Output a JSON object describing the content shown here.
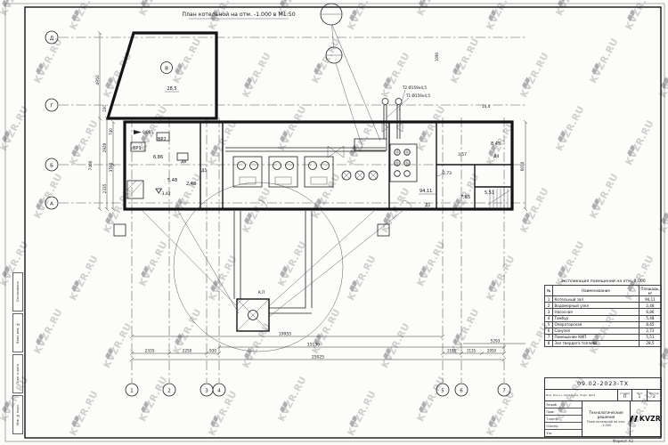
{
  "watermark": {
    "text": "KVZR.RU"
  },
  "sheet": {
    "plan_title": "План котельной на отм. -1.000 в М1:50",
    "format_note": "Формат А3"
  },
  "axes": {
    "bottom": [
      "1",
      "2",
      "3",
      "4",
      "5",
      "6",
      "7"
    ],
    "left": [
      "Д",
      "Г",
      "Б",
      "А"
    ],
    "room_tag": "В"
  },
  "labels": {
    "slope": "0,005",
    "vr1": "ВР1",
    "vr2": "ВР2",
    "area_686": "6,86",
    "d6": "Д6",
    "d5": "Д5",
    "area_248": "2,48",
    "area_548": "5,48",
    "level": "-3,42",
    "area_9411": "94,11",
    "area_785": "7,85",
    "area_551": "5,51",
    "area_845": "8,45",
    "d4": "Д4",
    "d1": "Д1",
    "area_357": "3,57",
    "area_273": "2,73",
    "area_144": "14,4",
    "area_285": "28,5",
    "pipe_t2": "Т2 Ø159х4,5",
    "pipe_t1": "Т1 Ø159х4,5",
    "kp": "К.П"
  },
  "dims": {
    "d19955": "19955",
    "d15130": "15130",
    "d25025": "25025",
    "d2335": "2335",
    "d2250": "2250",
    "d930": "930",
    "d1135a": "1135",
    "d1135b": "1135",
    "d2050": "2050",
    "d5293": "5293",
    "d4950": "4950",
    "d200": "200",
    "d740": "740",
    "d2920": "2920",
    "d2335l": "2335",
    "d3500": "3500",
    "d7400": "7400",
    "d6070": "6070",
    "d1090": "1090"
  },
  "rooms_table": {
    "title": "Экспликация помещений на отм. 0.000",
    "columns": [
      "№",
      "Наименование",
      "Площадь, м²"
    ],
    "rows": [
      [
        "1",
        "Котельный зал",
        "94,11"
      ],
      [
        "2",
        "Водомерный узел",
        "2,48"
      ],
      [
        "3",
        "Насосная",
        "6,86"
      ],
      [
        "4",
        "Тамбур",
        "5,48"
      ],
      [
        "5",
        "Операторская",
        "8,45"
      ],
      [
        "6",
        "Санузел",
        "2,73"
      ],
      [
        "7",
        "Помещение КИП",
        "5,51"
      ],
      [
        "8",
        "Зал твердого топлива",
        "28,5"
      ]
    ]
  },
  "stamp": {
    "doc_number": "09.02-2023-ТХ",
    "org_row": "Изм. Кол.уч. Лист №док. Подп. Дата",
    "roles": [
      "Разраб.",
      "Пров.",
      "Т.контр.",
      "Н.контр.",
      "Утв."
    ],
    "section_title": "Технологические решения",
    "sheet_title": "План котельной на отм. -1.000",
    "stage_label": "Стадия",
    "sheet_label": "Лист",
    "sheets_label": "Листов",
    "stage": "П",
    "sheet": "1",
    "sheets": "2",
    "logo": "KVZR"
  },
  "margin_labels": [
    "Согласовано",
    "Взам. инв. №",
    "Подп. и дата",
    "Инв. № подл."
  ]
}
